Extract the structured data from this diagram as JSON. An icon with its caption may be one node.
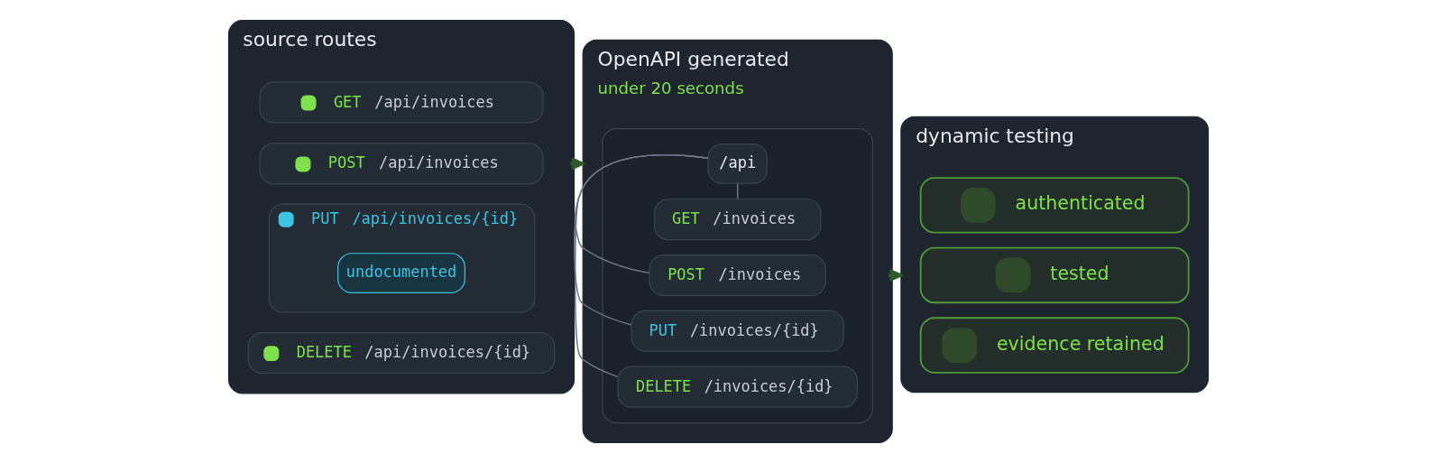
{
  "diagram": {
    "nodes": [
      {
        "text": [
          "source routes"
        ]
      },
      {
        "text": [
          "GET",
          "/api/invoices"
        ],
        "in": 0
      },
      {
        "text": [
          "POST",
          "/api/invoices"
        ],
        "in": 0
      },
      {
        "text": [
          "PUT",
          "/api/invoices/{id}"
        ],
        "in": 0
      },
      {
        "text": [
          "undocumented"
        ],
        "in": 3
      },
      {
        "text": [
          "DELETE",
          "/api/invoices/{id}"
        ],
        "in": 0
      },
      {
        "text": [
          "OpenAPI generated",
          "under 20 seconds"
        ]
      },
      {
        "text": [],
        "shape": "box",
        "in": 6
      },
      {
        "text": [
          "/api"
        ],
        "in": 7
      },
      {
        "text": [
          "GET",
          "/invoices"
        ],
        "in": 7
      },
      {
        "text": [
          "POST",
          "/invoices"
        ],
        "in": 7
      },
      {
        "text": [
          "PUT",
          "/invoices/{id}"
        ],
        "in": 7
      },
      {
        "text": [
          "DELETE",
          "/invoices/{id}"
        ],
        "in": 7
      },
      {
        "text": [
          "dynamic testing"
        ]
      },
      {
        "text": [
          "authenticated"
        ],
        "in": 13
      },
      {
        "text": [
          "tested"
        ],
        "in": 13
      },
      {
        "text": [
          "evidence retained"
        ],
        "in": 13
      }
    ],
    "edges": [
      {
        "from": 0,
        "to": 6,
        "arrow": "to",
        "style": "dashed",
        "color": "#2f5a2a"
      },
      {
        "from": 6,
        "to": 13,
        "arrow": "to",
        "style": "dashed",
        "color": "#2f5a2a"
      },
      {
        "from": 8,
        "to": 9,
        "arrow": "none"
      },
      {
        "from": 8,
        "to": 10,
        "arrow": "none"
      },
      {
        "from": 8,
        "to": 11,
        "arrow": "none"
      },
      {
        "from": 8,
        "to": 12,
        "arrow": "none"
      }
    ]
  }
}
